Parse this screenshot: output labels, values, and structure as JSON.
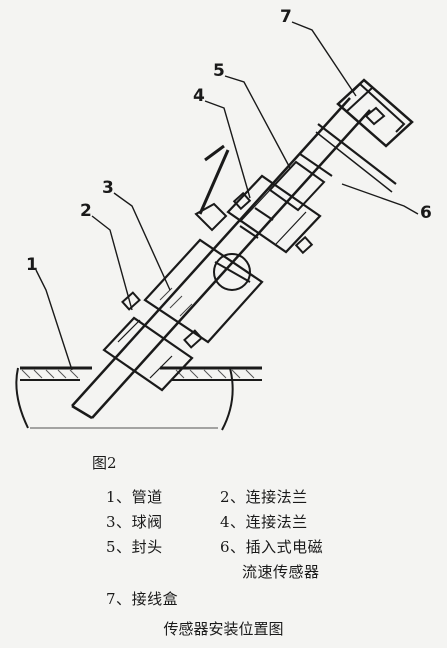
{
  "figure": {
    "label": "图2",
    "caption": "传感器安装位置图"
  },
  "callouts": [
    "1",
    "2",
    "3",
    "4",
    "5",
    "6",
    "7"
  ],
  "legend": [
    {
      "num": "1",
      "sep": "、",
      "text": "管道"
    },
    {
      "num": "2",
      "sep": "、",
      "text": "连接法兰"
    },
    {
      "num": "3",
      "sep": "、",
      "text": "球阀"
    },
    {
      "num": "4",
      "sep": "、",
      "text": "连接法兰"
    },
    {
      "num": "5",
      "sep": "、",
      "text": "封头"
    },
    {
      "num": "6",
      "sep": "、",
      "text": "插入式电磁",
      "text2": "流速传感器"
    },
    {
      "num": "7",
      "sep": "、",
      "text": "接线盒"
    }
  ]
}
